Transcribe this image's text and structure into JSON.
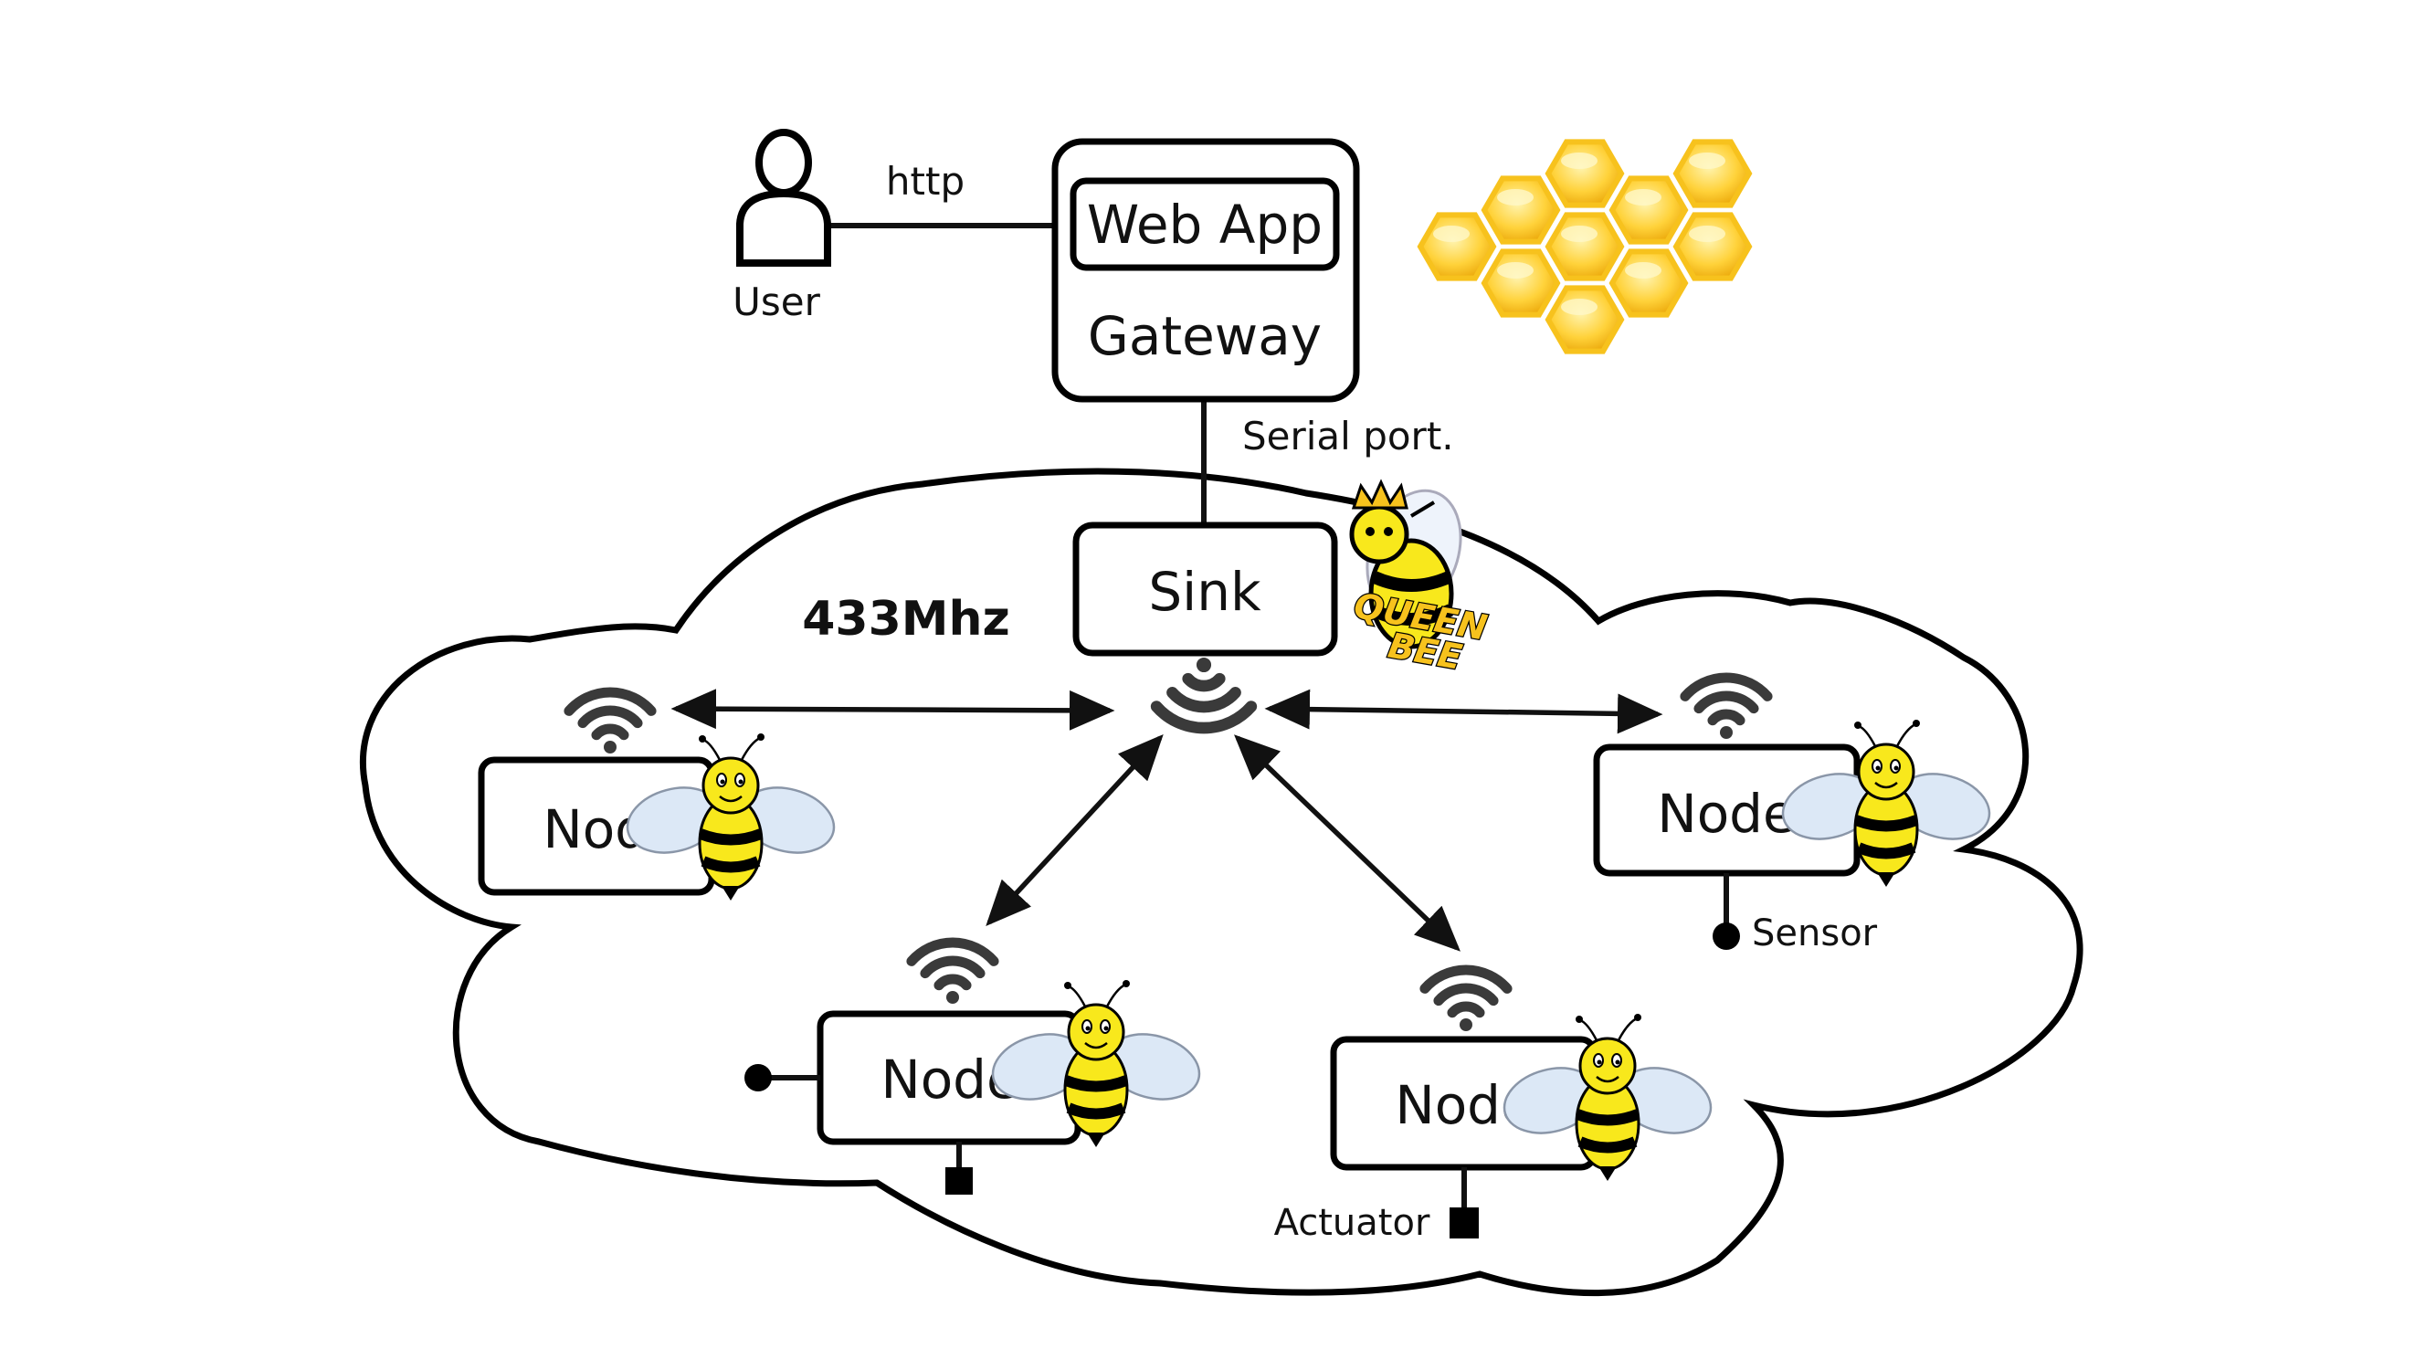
{
  "labels": {
    "user": "User",
    "http": "http",
    "web_app": "Web App",
    "gateway": "Gateway",
    "serial_port": "Serial port.",
    "sink": "Sink",
    "frequency": "433Mhz",
    "queen_bee_line1": "QUEEN",
    "queen_bee_line2": "BEE",
    "node": "Node",
    "sensor": "Sensor",
    "actuator": "Actuator"
  },
  "colors": {
    "honey": "#f7c21d",
    "honey_light": "#ffe27a",
    "bee_yellow": "#f8e81c",
    "wing": "#dce8f6",
    "line": "#111111",
    "wifi": "#3a3a3a"
  },
  "icons": [
    "user-icon",
    "honeycomb-icon",
    "queen-bee-icon",
    "bee-icon",
    "wifi-icon",
    "sensor-icon",
    "actuator-icon"
  ]
}
